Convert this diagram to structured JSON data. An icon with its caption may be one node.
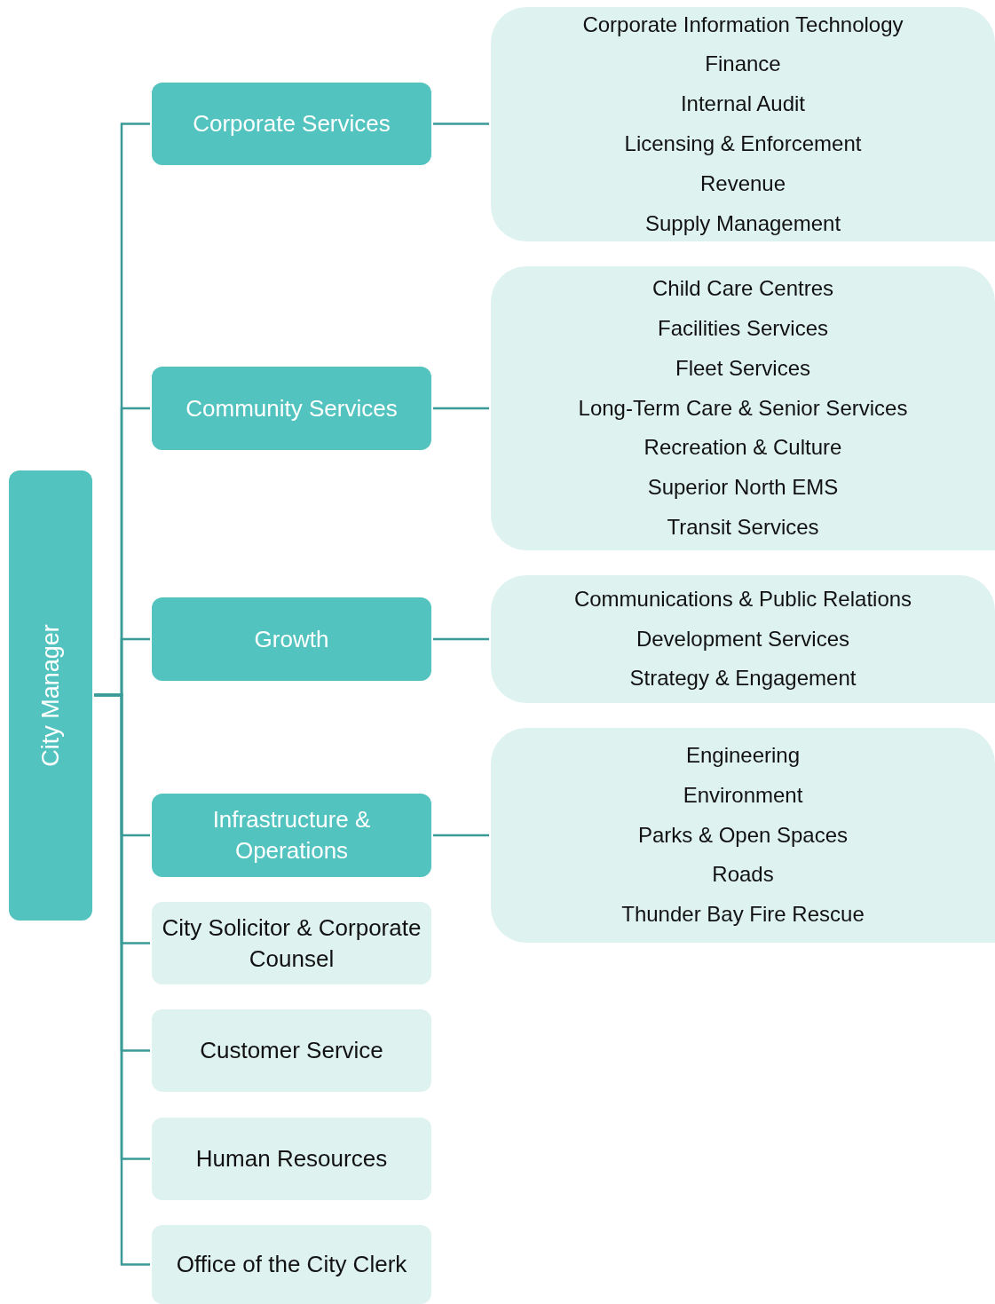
{
  "diagram": {
    "nodes": [
      {
        "text": [
          "City Manager"
        ]
      },
      {
        "text": [
          "Corporate Services"
        ]
      },
      {
        "text": [
          "Corporate Information Technology",
          "Finance",
          "Internal Audit",
          "Licensing & Enforcement",
          "Revenue",
          "Supply Management"
        ]
      },
      {
        "text": [
          "Community Services"
        ]
      },
      {
        "text": [
          "Child Care Centres",
          "Facilities Services",
          "Fleet Services",
          "Long-Term Care & Senior Services",
          "Recreation & Culture",
          "Superior North EMS",
          "Transit Services"
        ]
      },
      {
        "text": [
          "Growth"
        ]
      },
      {
        "text": [
          "Communications & Public Relations",
          "Development Services",
          "Strategy & Engagement"
        ]
      },
      {
        "text": [
          "Infrastructure & Operations"
        ]
      },
      {
        "text": [
          "Engineering",
          "Environment",
          "Parks & Open Spaces",
          "Roads",
          "Thunder Bay Fire Rescue"
        ]
      },
      {
        "text": [
          "City Solicitor & Corporate Counsel"
        ]
      },
      {
        "text": [
          "Customer Service"
        ]
      },
      {
        "text": [
          "Human Resources"
        ]
      },
      {
        "text": [
          "Office of the City Clerk"
        ]
      }
    ],
    "edges": [
      {
        "from": 0,
        "to": 1,
        "arrow": "none"
      },
      {
        "from": 0,
        "to": 3,
        "arrow": "none"
      },
      {
        "from": 0,
        "to": 5,
        "arrow": "none"
      },
      {
        "from": 0,
        "to": 7,
        "arrow": "none"
      },
      {
        "from": 0,
        "to": 9,
        "arrow": "none"
      },
      {
        "from": 0,
        "to": 10,
        "arrow": "none"
      },
      {
        "from": 0,
        "to": 11,
        "arrow": "none"
      },
      {
        "from": 0,
        "to": 12,
        "arrow": "none"
      },
      {
        "from": 1,
        "to": 2,
        "arrow": "none"
      },
      {
        "from": 3,
        "to": 4,
        "arrow": "none"
      },
      {
        "from": 5,
        "to": 6,
        "arrow": "none"
      },
      {
        "from": 7,
        "to": 8,
        "arrow": "none"
      }
    ]
  }
}
